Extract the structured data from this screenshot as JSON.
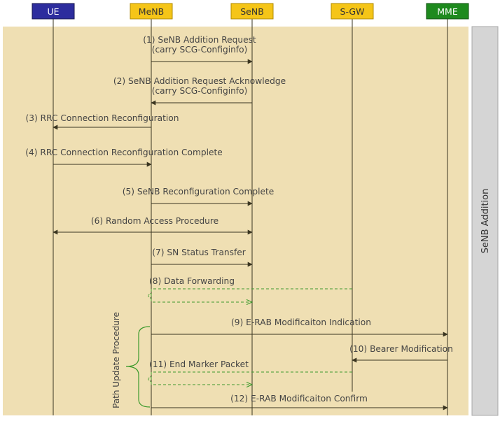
{
  "entities": [
    {
      "id": "ue",
      "label": "UE",
      "fill": "#2d2d9e"
    },
    {
      "id": "menb",
      "label": "MeNB",
      "fill": "#f5c518"
    },
    {
      "id": "senb",
      "label": "SeNB",
      "fill": "#f5c518"
    },
    {
      "id": "sgw",
      "label": "S-GW",
      "fill": "#f5c518"
    },
    {
      "id": "mme",
      "label": "MME",
      "fill": "#1e8a1e"
    }
  ],
  "colors": {
    "panel_bg": "#efdfb3",
    "lifeline": "#3a3520",
    "arrow": "#3a3520",
    "dashed_arrow": "#3c9a2c",
    "side_panel": "#d5d5d5",
    "label_text": "#444444"
  },
  "side_label": "SeNB Addition",
  "brace_label": "Path Update Procedure",
  "messages": [
    {
      "label": "(1) SeNB Addition Request",
      "label2": "(carry SCG-Configinfo)"
    },
    {
      "label": "(2) SeNB Addition Request Acknowledge",
      "label2": "(carry SCG-Configinfo)"
    },
    {
      "label": "(3) RRC Connection Reconfiguration"
    },
    {
      "label": "(4) RRC Connection Reconfiguration Complete"
    },
    {
      "label": "(5) SeNB Reconfiguration Complete"
    },
    {
      "label": "(6) Random Access Procedure"
    },
    {
      "label": "(7) SN Status Transfer"
    },
    {
      "label": "(8) Data Forwarding"
    },
    {
      "label": "(9) E-RAB Modificaiton Indication"
    },
    {
      "label": "(10) Bearer Modification"
    },
    {
      "label": "(11) End Marker Packet"
    },
    {
      "label": "(12) E-RAB Modificaiton Confirm"
    }
  ]
}
